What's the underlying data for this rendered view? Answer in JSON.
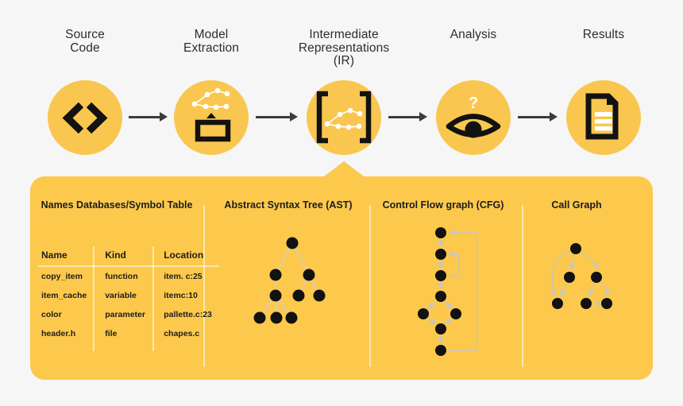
{
  "pipeline": {
    "stages": [
      {
        "label": "Source\nCode",
        "icon": "code-icon"
      },
      {
        "label": "Model\nExtraction",
        "icon": "model-extraction-icon"
      },
      {
        "label": "Intermediate\nRepresentations\n(IR)",
        "icon": "ir-brackets-icon"
      },
      {
        "label": "Analysis",
        "icon": "analysis-eye-icon"
      },
      {
        "label": "Results",
        "icon": "results-document-icon"
      }
    ],
    "analysis_mark": "?"
  },
  "panel": {
    "sections": [
      {
        "title": "Names Databases/Symbol Table"
      },
      {
        "title": "Abstract Syntax Tree (AST)"
      },
      {
        "title": "Control Flow graph (CFG)"
      },
      {
        "title": "Call Graph"
      }
    ],
    "symbol_table": {
      "headers": [
        "Name",
        "Kind",
        "Location"
      ],
      "rows": [
        {
          "name": "copy_item",
          "kind": "function",
          "location": "item. c:25"
        },
        {
          "name": "item_cache",
          "kind": "variable",
          "location": "itemc:10"
        },
        {
          "name": "color",
          "kind": "parameter",
          "location": "pallette.c:23"
        },
        {
          "name": "header.h",
          "kind": "file",
          "location": "chapes.c"
        }
      ]
    }
  },
  "colors": {
    "background": "#F6F6F6",
    "circle_yellow": "#F9C74F",
    "panel_yellow": "#FCC94C",
    "icon_black": "#121212",
    "arrow_dark": "#3B3B3B",
    "graph_edge_gray": "#CFCCC4"
  }
}
